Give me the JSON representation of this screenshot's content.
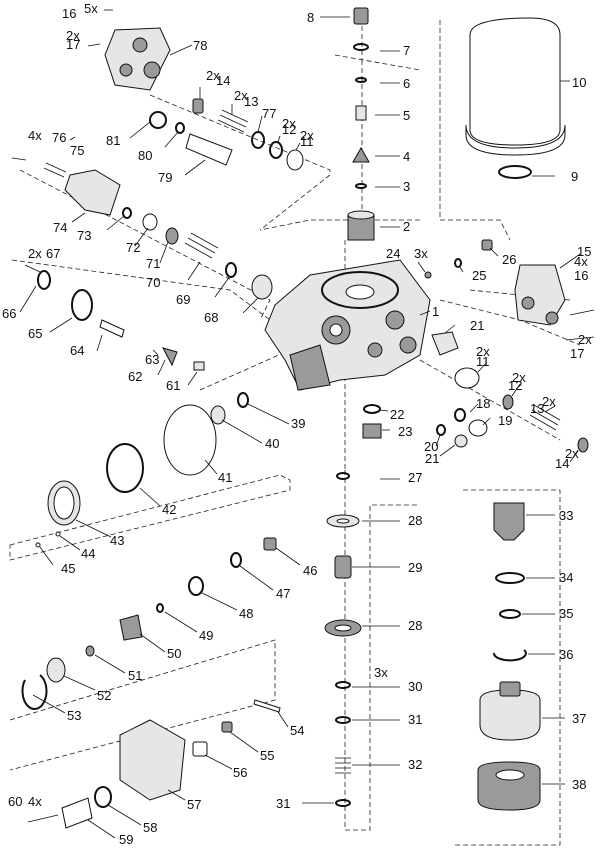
{
  "callouts": [
    {
      "n": "16",
      "q": "5x"
    },
    {
      "n": "17",
      "q": "2x"
    },
    {
      "n": "78",
      "q": ""
    },
    {
      "n": "14",
      "q": "2x"
    },
    {
      "n": "13",
      "q": "2x"
    },
    {
      "n": "77",
      "q": ""
    },
    {
      "n": "12",
      "q": "2x"
    },
    {
      "n": "11",
      "q": "2x"
    },
    {
      "n": "81",
      "q": ""
    },
    {
      "n": "80",
      "q": ""
    },
    {
      "n": "79",
      "q": ""
    },
    {
      "n": "76",
      "q": "4x"
    },
    {
      "n": "75",
      "q": ""
    },
    {
      "n": "74",
      "q": ""
    },
    {
      "n": "73",
      "q": ""
    },
    {
      "n": "72",
      "q": ""
    },
    {
      "n": "71",
      "q": ""
    },
    {
      "n": "70",
      "q": ""
    },
    {
      "n": "69",
      "q": ""
    },
    {
      "n": "68",
      "q": ""
    },
    {
      "n": "67",
      "q": "2x"
    },
    {
      "n": "66",
      "q": ""
    },
    {
      "n": "65",
      "q": ""
    },
    {
      "n": "64",
      "q": ""
    },
    {
      "n": "63",
      "q": ""
    },
    {
      "n": "62",
      "q": ""
    },
    {
      "n": "61",
      "q": ""
    },
    {
      "n": "8",
      "q": ""
    },
    {
      "n": "7",
      "q": ""
    },
    {
      "n": "6",
      "q": ""
    },
    {
      "n": "5",
      "q": ""
    },
    {
      "n": "4",
      "q": ""
    },
    {
      "n": "3",
      "q": ""
    },
    {
      "n": "2",
      "q": ""
    },
    {
      "n": "10",
      "q": ""
    },
    {
      "n": "9",
      "q": ""
    },
    {
      "n": "24",
      "q": "3x"
    },
    {
      "n": "25",
      "q": ""
    },
    {
      "n": "26",
      "q": ""
    },
    {
      "n": "15",
      "q": ""
    },
    {
      "n": "16",
      "q": "4x"
    },
    {
      "n": "17",
      "q": "2x"
    },
    {
      "n": "1",
      "q": ""
    },
    {
      "n": "21",
      "q": ""
    },
    {
      "n": "11",
      "q": "2x"
    },
    {
      "n": "12",
      "q": "2x"
    },
    {
      "n": "13",
      "q": "2x"
    },
    {
      "n": "14",
      "q": "2x"
    },
    {
      "n": "18",
      "q": ""
    },
    {
      "n": "19",
      "q": ""
    },
    {
      "n": "20",
      "q": ""
    },
    {
      "n": "21",
      "q": ""
    },
    {
      "n": "22",
      "q": ""
    },
    {
      "n": "23",
      "q": ""
    },
    {
      "n": "39",
      "q": ""
    },
    {
      "n": "40",
      "q": ""
    },
    {
      "n": "41",
      "q": ""
    },
    {
      "n": "42",
      "q": ""
    },
    {
      "n": "43",
      "q": ""
    },
    {
      "n": "44",
      "q": ""
    },
    {
      "n": "45",
      "q": ""
    },
    {
      "n": "46",
      "q": ""
    },
    {
      "n": "47",
      "q": ""
    },
    {
      "n": "48",
      "q": ""
    },
    {
      "n": "49",
      "q": ""
    },
    {
      "n": "50",
      "q": ""
    },
    {
      "n": "51",
      "q": ""
    },
    {
      "n": "52",
      "q": ""
    },
    {
      "n": "53",
      "q": ""
    },
    {
      "n": "54",
      "q": ""
    },
    {
      "n": "55",
      "q": ""
    },
    {
      "n": "56",
      "q": ""
    },
    {
      "n": "57",
      "q": ""
    },
    {
      "n": "58",
      "q": ""
    },
    {
      "n": "59",
      "q": ""
    },
    {
      "n": "60",
      "q": "4x"
    },
    {
      "n": "27",
      "q": ""
    },
    {
      "n": "28",
      "q": ""
    },
    {
      "n": "29",
      "q": ""
    },
    {
      "n": "28",
      "q": ""
    },
    {
      "n": "30",
      "q": "3x"
    },
    {
      "n": "31",
      "q": ""
    },
    {
      "n": "32",
      "q": ""
    },
    {
      "n": "31",
      "q": ""
    },
    {
      "n": "33",
      "q": ""
    },
    {
      "n": "34",
      "q": ""
    },
    {
      "n": "35",
      "q": ""
    },
    {
      "n": "36",
      "q": ""
    },
    {
      "n": "37",
      "q": ""
    },
    {
      "n": "38",
      "q": ""
    }
  ]
}
